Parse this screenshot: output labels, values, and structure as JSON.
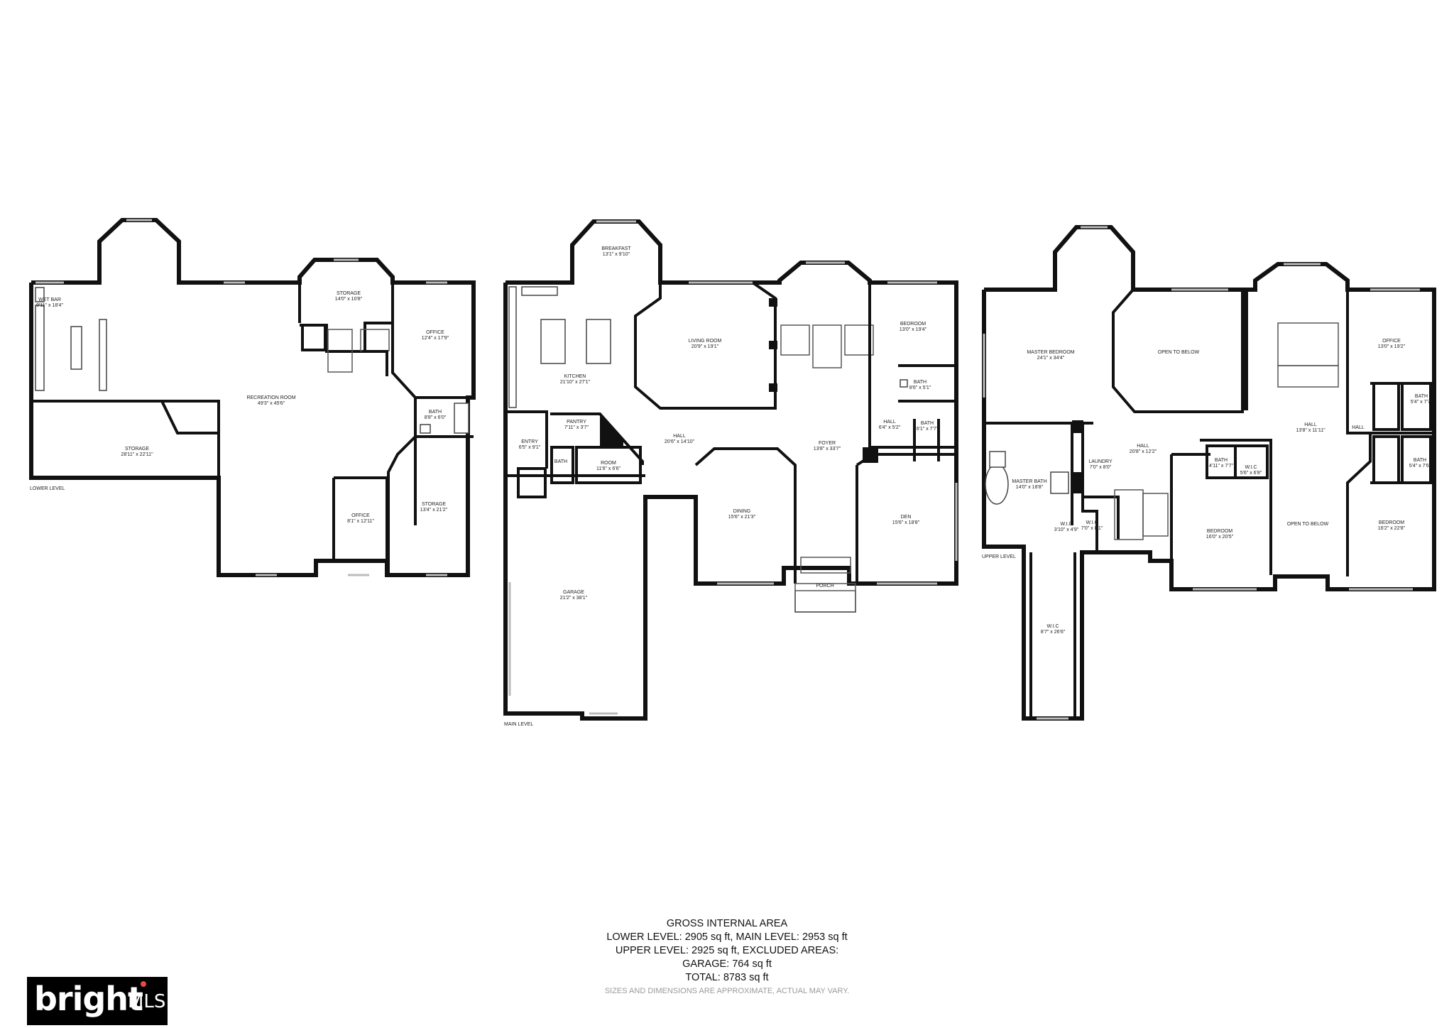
{
  "levels": {
    "lower": {
      "label": "LOWER LEVEL",
      "rooms": [
        {
          "name": "WET BAR",
          "dim": "9'11\" x 18'4\""
        },
        {
          "name": "STORAGE",
          "dim": "14'0\" x 10'8\""
        },
        {
          "name": "OFFICE",
          "dim": "12'4\" x 17'9\""
        },
        {
          "name": "RECREATION ROOM",
          "dim": "49'3\" x 45'6\""
        },
        {
          "name": "BATH",
          "dim": "8'8\" x 6'0\""
        },
        {
          "name": "STORAGE",
          "dim": "28'11\" x 22'11\""
        },
        {
          "name": "OFFICE",
          "dim": "8'1\" x 12'11\""
        },
        {
          "name": "STORAGE",
          "dim": "13'4\" x 21'2\""
        }
      ]
    },
    "main": {
      "label": "MAIN LEVEL",
      "rooms": [
        {
          "name": "BREAKFAST",
          "dim": "13'1\" x 9'10\""
        },
        {
          "name": "LIVING ROOM",
          "dim": "20'9\" x 19'1\""
        },
        {
          "name": "KITCHEN",
          "dim": "21'10\" x 27'1\""
        },
        {
          "name": "BEDROOM",
          "dim": "13'0\" x 19'4\""
        },
        {
          "name": "BATH",
          "dim": "8'6\" x 5'1\""
        },
        {
          "name": "PANTRY",
          "dim": "7'11\" x 3'7\""
        },
        {
          "name": "HALL",
          "dim": "20'6\" x 14'10\""
        },
        {
          "name": "FOYER",
          "dim": "13'8\" x 33'7\""
        },
        {
          "name": "HALL",
          "dim": "6'4\" x 5'2\""
        },
        {
          "name": "BATH",
          "dim": "6'1\" x 7'7\""
        },
        {
          "name": "ENTRY",
          "dim": "6'5\" x 9'1\""
        },
        {
          "name": "ROOM",
          "dim": "11'6\" x 6'6\""
        },
        {
          "name": "BATH",
          "dim": ""
        },
        {
          "name": "DINING",
          "dim": "15'6\" x 21'3\""
        },
        {
          "name": "DEN",
          "dim": "15'6\" x 18'8\""
        },
        {
          "name": "GARAGE",
          "dim": "21'2\" x 38'1\""
        },
        {
          "name": "PORCH",
          "dim": ""
        }
      ]
    },
    "upper": {
      "label": "UPPER LEVEL",
      "rooms": [
        {
          "name": "MASTER BEDROOM",
          "dim": "24'1\" x 34'4\""
        },
        {
          "name": "OPEN TO BELOW",
          "dim": ""
        },
        {
          "name": "OFFICE",
          "dim": "13'0\" x 19'2\""
        },
        {
          "name": "BATH",
          "dim": "5'4\" x 7'7\""
        },
        {
          "name": "HALL",
          "dim": "13'8\" x 11'11\""
        },
        {
          "name": "HALL",
          "dim": ""
        },
        {
          "name": "HALL",
          "dim": "20'8\" x 12'2\""
        },
        {
          "name": "LAUNDRY",
          "dim": "7'0\" x 8'0\""
        },
        {
          "name": "MASTER BATH",
          "dim": "14'0\" x 18'8\""
        },
        {
          "name": "BATH",
          "dim": "4'11\" x 7'7\""
        },
        {
          "name": "W.I.C",
          "dim": "5'6\" x 6'8\""
        },
        {
          "name": "BATH",
          "dim": "5'4\" x 7'6\""
        },
        {
          "name": "W.I.C",
          "dim": "3'10\" x 4'9\""
        },
        {
          "name": "W.I.C",
          "dim": "7'0\" x 8'1\""
        },
        {
          "name": "BEDROOM",
          "dim": "16'0\" x 20'5\""
        },
        {
          "name": "OPEN TO BELOW",
          "dim": ""
        },
        {
          "name": "BEDROOM",
          "dim": "16'2\" x 22'8\""
        },
        {
          "name": "W.I.C",
          "dim": "8'7\" x 26'6\""
        }
      ]
    }
  },
  "area": {
    "title": "GROSS INTERNAL AREA",
    "line1": "LOWER LEVEL: 2905 sq ft, MAIN LEVEL: 2953 sq ft",
    "line2": "UPPER LEVEL: 2925 sq ft, EXCLUDED AREAS:",
    "line3": "GARAGE: 764 sq ft",
    "line4": "TOTAL: 8783 sq ft",
    "disclaimer": "SIZES AND DIMENSIONS ARE APPROXIMATE, ACTUAL MAY VARY."
  },
  "logo": {
    "brand": "bright",
    "suffix": "MLS",
    "accent": "#e94b3c"
  }
}
